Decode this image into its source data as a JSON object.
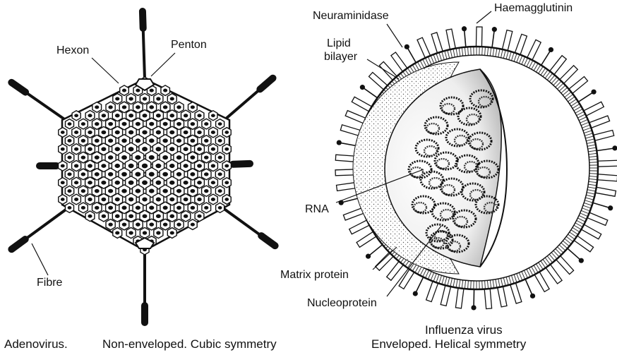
{
  "adenovirus": {
    "labels": {
      "hexon": "Hexon",
      "penton": "Penton",
      "fibre": "Fibre"
    },
    "caption": {
      "name": "Adenovirus.",
      "description": "Non-enveloped. Cubic symmetry"
    }
  },
  "influenza": {
    "labels": {
      "neuraminidase": "Neuraminidase",
      "haemagglutinin": "Haemagglutinin",
      "lipid_line1": "Lipid",
      "lipid_line2": "bilayer",
      "rna": "RNA",
      "matrix_protein": "Matrix protein",
      "nucleoprotein": "Nucleoprotein"
    },
    "caption": {
      "name": "Influenza virus",
      "description": "Enveloped. Helical symmetry"
    }
  },
  "colors": {
    "ink": "#111111",
    "paper": "#ffffff",
    "shade": "#c8c8c8"
  }
}
